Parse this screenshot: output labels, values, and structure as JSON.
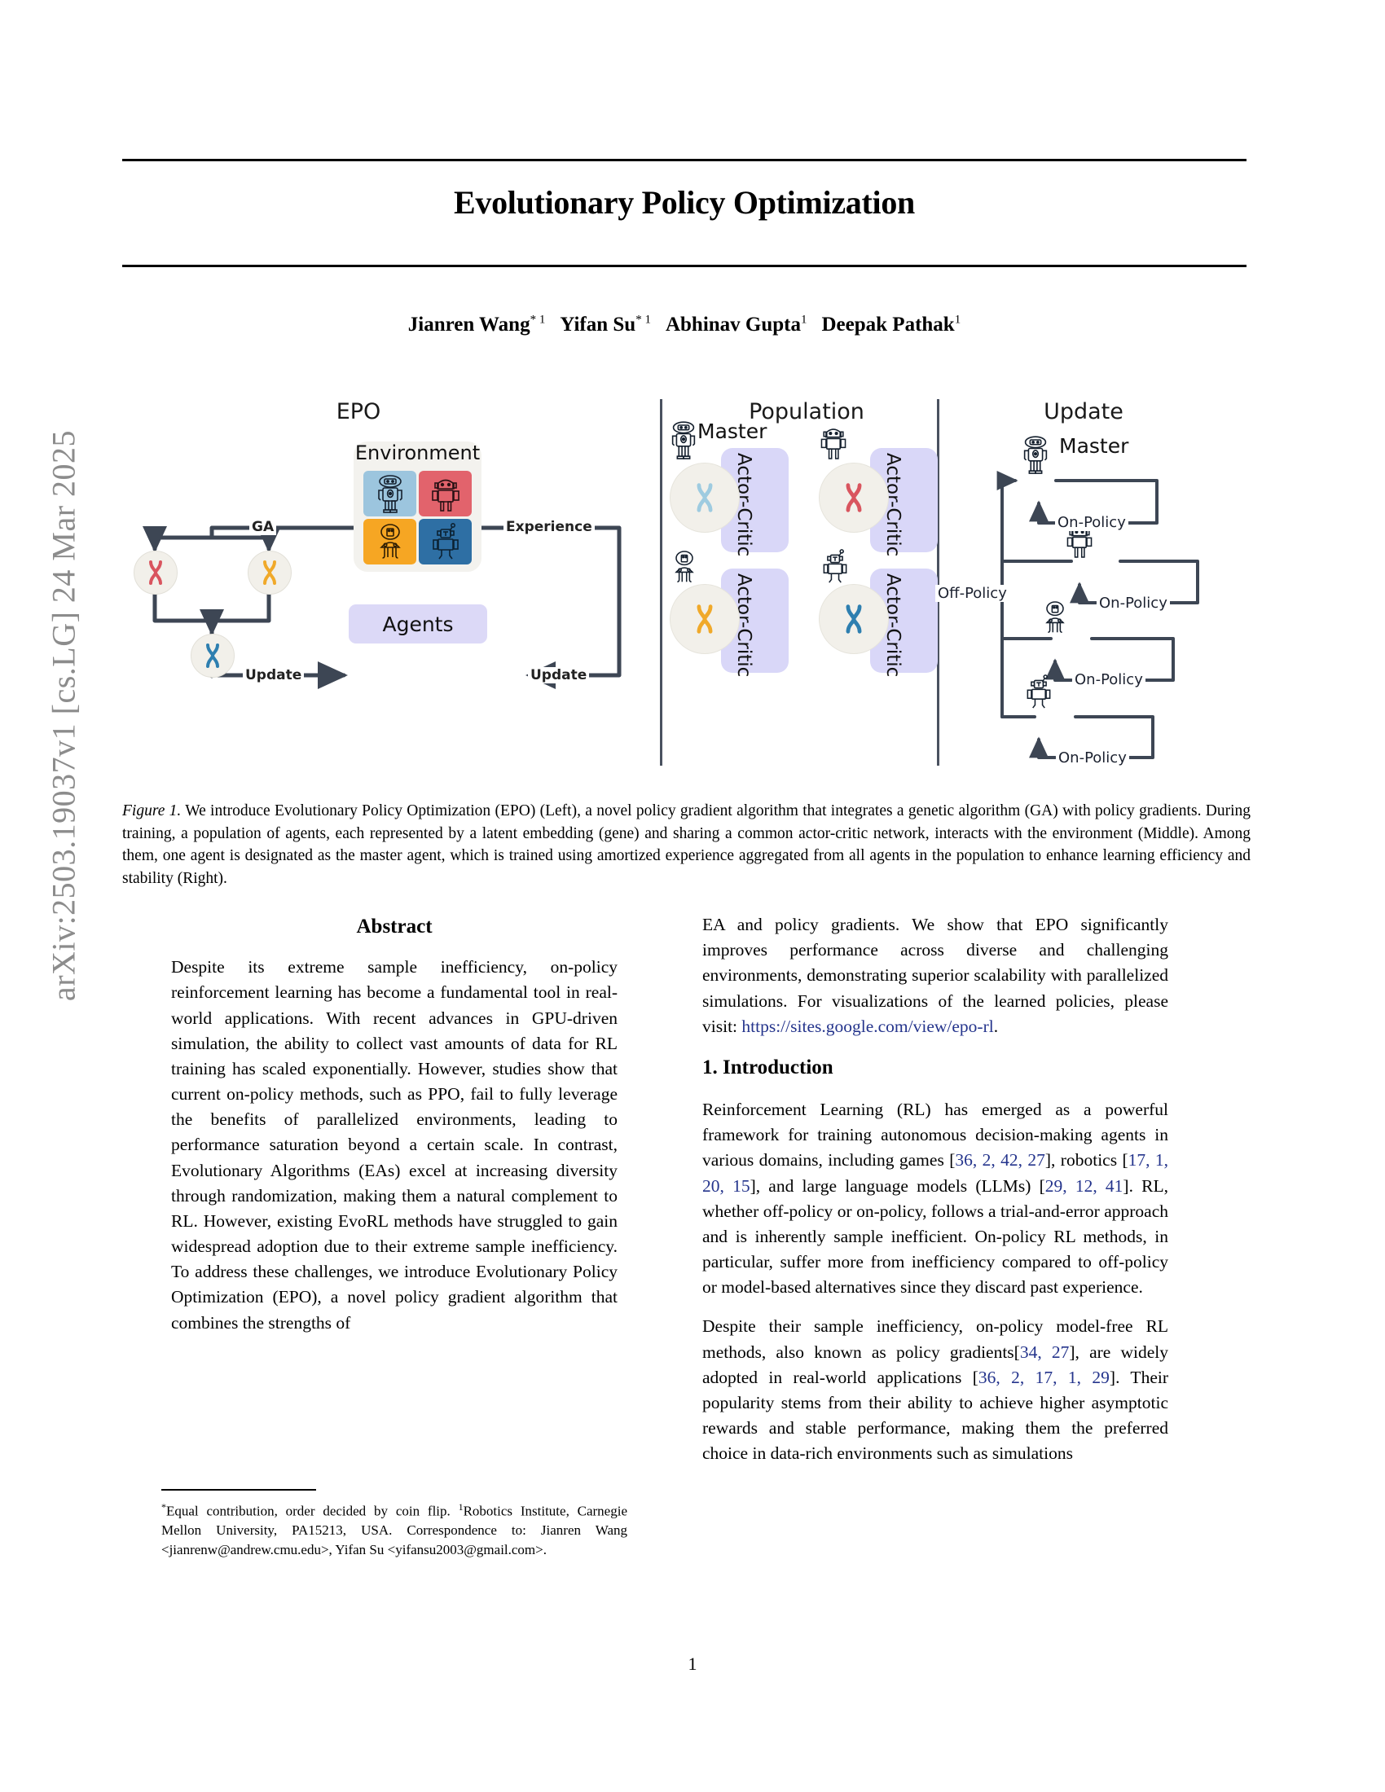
{
  "arxiv_stamp": "arXiv:2503.19037v1  [cs.LG]  24 Mar 2025",
  "title": "Evolutionary Policy Optimization",
  "authors": [
    {
      "name": "Jianren Wang",
      "marks": "* 1"
    },
    {
      "name": "Yifan Su",
      "marks": "* 1"
    },
    {
      "name": "Abhinav Gupta",
      "marks": "1"
    },
    {
      "name": "Deepak Pathak",
      "marks": "1"
    }
  ],
  "figure": {
    "panels": {
      "left_title": "EPO",
      "middle_title": "Population",
      "right_title": "Update"
    },
    "left": {
      "environment_label": "Environment",
      "agents_label": "Agents",
      "ga_label": "GA",
      "experience_label": "Experience",
      "update_left_label": "Update",
      "update_right_label": "Update",
      "env_tile_colors": [
        "#9cc5de",
        "#e2636c",
        "#f6a623",
        "#2e6fa4"
      ],
      "gene_colors": {
        "parent_a": "#d9555f",
        "parent_b": "#f0a92a",
        "child": "#2e7fb0"
      }
    },
    "middle": {
      "master_label": "Master",
      "actor_critic_label": "Actor-Critic",
      "gene_colors": [
        "#9ecbe0",
        "#d9555f",
        "#f0a92a",
        "#2e7fb0"
      ],
      "card_color": "#d9d7f8"
    },
    "right": {
      "master_label": "Master",
      "off_policy_label": "Off-Policy",
      "on_policy_label": "On-Policy",
      "on_policy_count": 4
    }
  },
  "caption": {
    "lead": "Figure 1.",
    "text": " We introduce Evolutionary Policy Optimization (EPO) (Left), a novel policy gradient algorithm that integrates a genetic algorithm (GA) with policy gradients. During training, a population of agents, each represented by a latent embedding (gene) and sharing a common actor-critic network, interacts with the environment (Middle). Among them, one agent is designated as the master agent, which is trained using amortized experience aggregated from all agents in the population to enhance learning efficiency and stability (Right)."
  },
  "abstract": {
    "heading": "Abstract",
    "body_left": "Despite its extreme sample inefficiency, on-policy reinforcement learning has become a fundamental tool in real-world applications. With recent advances in GPU-driven simulation, the ability to collect vast amounts of data for RL training has scaled exponentially. However, studies show that current on-policy methods, such as PPO, fail to fully leverage the benefits of parallelized environments, leading to performance saturation beyond a certain scale. In contrast, Evolutionary Algorithms (EAs) excel at increasing diversity through randomization, making them a natural complement to RL. However, existing EvoRL methods have struggled to gain widespread adoption due to their extreme sample inefficiency. To address these challenges, we introduce Evolutionary Policy Optimization (EPO), a novel policy gradient algorithm that combines the strengths of",
    "body_right_pre": "EA and policy gradients. We show that EPO significantly improves performance across diverse and challenging environments, demonstrating superior scalability with parallelized simulations. For visualizations of the learned policies, please visit: ",
    "link_text": "https://sites.google.com/view/epo-rl",
    "body_right_post": "."
  },
  "introduction": {
    "heading": "1. Introduction",
    "p1_parts": [
      {
        "t": "Reinforcement Learning (RL) has emerged as a powerful framework for training autonomous decision-making agents in various domains, including games ["
      },
      {
        "t": "36, 2, 42, 27",
        "cite": true
      },
      {
        "t": "], robotics ["
      },
      {
        "t": "17, 1, 20, 15",
        "cite": true
      },
      {
        "t": "], and large language models (LLMs) ["
      },
      {
        "t": "29, 12, 41",
        "cite": true
      },
      {
        "t": "]. RL, whether off-policy or on-policy, follows a trial-and-error approach and is inherently sample inefficient. On-policy RL methods, in particular, suffer more from inefficiency compared to off-policy or model-based alternatives since they discard past experience."
      }
    ],
    "p2_parts": [
      {
        "t": "Despite their sample inefficiency, on-policy model-free RL methods, also known as policy gradients["
      },
      {
        "t": "34, 27",
        "cite": true
      },
      {
        "t": "], are widely adopted in real-world applications ["
      },
      {
        "t": "36, 2, 17, 1, 29",
        "cite": true
      },
      {
        "t": "]. Their popularity stems from their ability to achieve higher asymptotic rewards and stable performance, making them the preferred choice in data-rich environments such as simulations"
      }
    ]
  },
  "footnote": {
    "star": "*",
    "part1": "Equal contribution, order decided by coin flip. ",
    "sup1": "1",
    "part2": "Robotics Institute, Carnegie Mellon University, PA15213, USA. Correspondence to: Jianren Wang <jianrenw@andrew.cmu.edu>, Yifan Su <yifansu2003@gmail.com>."
  },
  "page_number": "1",
  "colors": {
    "link": "#24348c",
    "arrow": "#3d4654",
    "stamp": "#8c8c8c"
  }
}
